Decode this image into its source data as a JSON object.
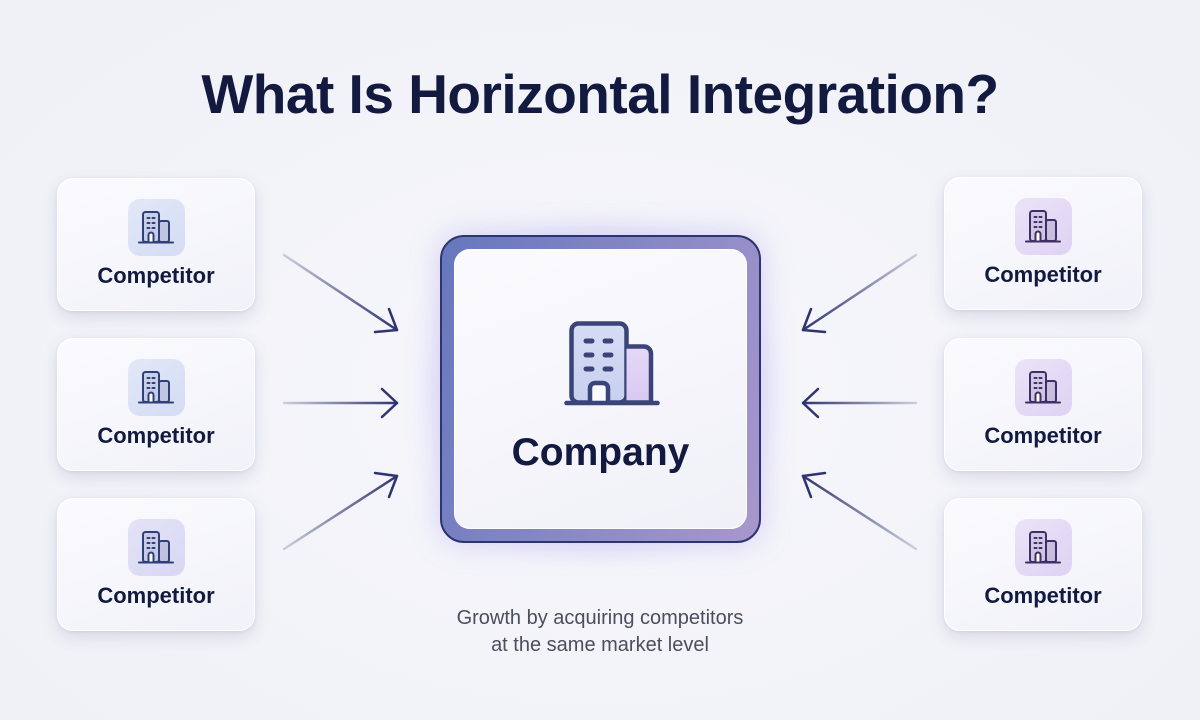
{
  "title": "What Is Horizontal Integration?",
  "center": {
    "label": "Company",
    "icon": "building-icon"
  },
  "left_cards": [
    {
      "label": "Competitor",
      "icon": "building-icon"
    },
    {
      "label": "Competitor",
      "icon": "building-icon"
    },
    {
      "label": "Competitor",
      "icon": "building-icon"
    }
  ],
  "right_cards": [
    {
      "label": "Competitor",
      "icon": "building-icon"
    },
    {
      "label": "Competitor",
      "icon": "building-icon"
    },
    {
      "label": "Competitor",
      "icon": "building-icon"
    }
  ],
  "arrows": {
    "direction": "inward-to-center",
    "count": 6
  },
  "subtitle": {
    "line1": "Growth by acquiring competitors",
    "line2": "at the same market level"
  },
  "colors": {
    "title": "#131a40",
    "arrow": "#2d3570",
    "left_icon_stroke": "#2f3f78",
    "right_icon_stroke": "#3e2f66",
    "center_border_start": "#6677bd",
    "center_border_end": "#a897cd",
    "background": "#f3f4f9"
  }
}
